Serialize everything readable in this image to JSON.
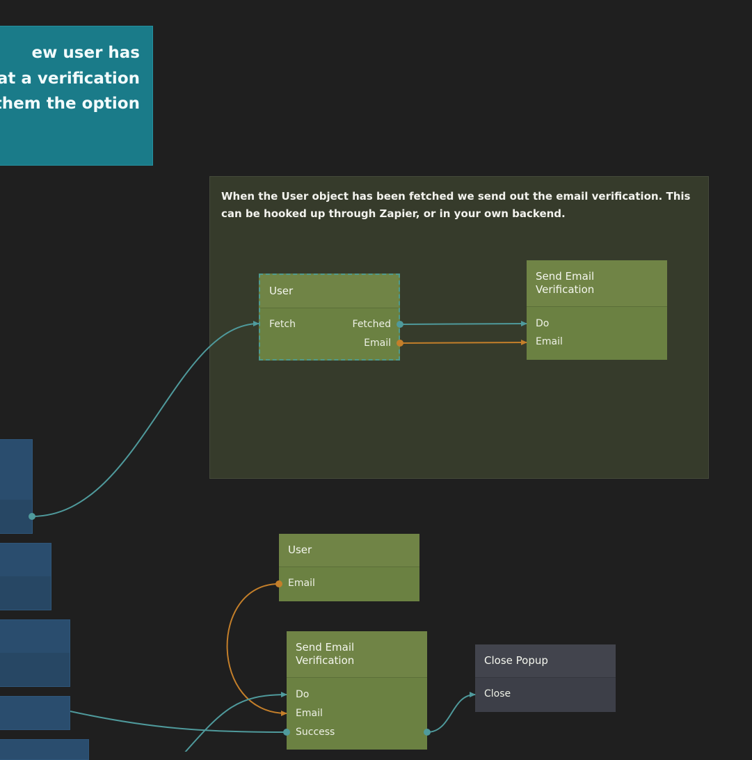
{
  "comments": {
    "intro_text": "ew user has\nthat a verification\nthem the option",
    "fetch_text": "When the User object has been fetched we send out the email verification. This can be hooked up through Zapier, or in your own backend."
  },
  "nodes": {
    "user_top": {
      "title": "User",
      "port_fetch": "Fetch",
      "port_fetched": "Fetched",
      "port_email": "Email"
    },
    "send_email_top": {
      "title": "Send Email\nVerification",
      "port_do": "Do",
      "port_email": "Email"
    },
    "user_bottom": {
      "title": "User",
      "port_email": "Email"
    },
    "send_email_bottom": {
      "title": "Send Email\nVerification",
      "port_do": "Do",
      "port_email": "Email",
      "port_success": "Success"
    },
    "close_popup": {
      "title": "Close Popup",
      "port_close": "Close"
    }
  },
  "colors": {
    "background": "#1f1f1f",
    "signal_wire": "#4f9a9c",
    "data_wire": "#c47f2a",
    "green_node": "#6b8142",
    "gray_node": "#3d3f48",
    "blue_node": "#2a4d6e"
  }
}
